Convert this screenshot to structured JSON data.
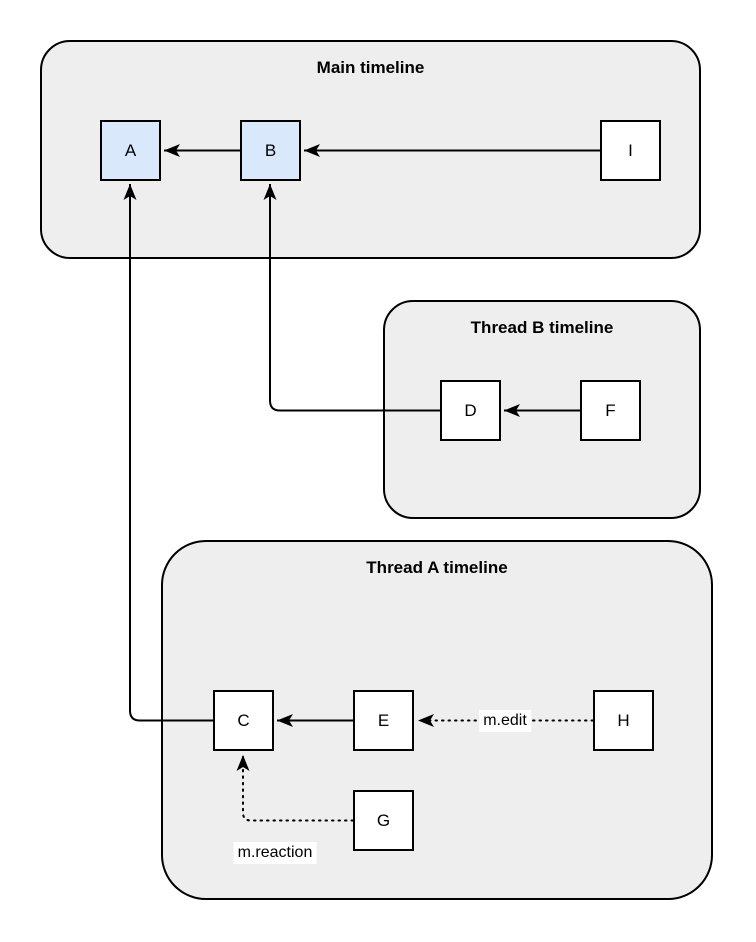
{
  "diagram": {
    "containers": {
      "main": {
        "title": "Main timeline"
      },
      "thread_b": {
        "title": "Thread B timeline"
      },
      "thread_a": {
        "title": "Thread A timeline"
      }
    },
    "nodes": {
      "a": {
        "label": "A"
      },
      "b": {
        "label": "B"
      },
      "i": {
        "label": "I"
      },
      "d": {
        "label": "D"
      },
      "f": {
        "label": "F"
      },
      "c": {
        "label": "C"
      },
      "e": {
        "label": "E"
      },
      "h": {
        "label": "H"
      },
      "g": {
        "label": "G"
      }
    },
    "edges": {
      "edit_label": "m.edit",
      "reaction_label": "m.reaction"
    },
    "colors": {
      "container_fill": "#eeeeee",
      "container_border": "#000000",
      "node_fill": "#ffffff",
      "node_fill_highlight": "#dae8fc",
      "node_border": "#000000",
      "line": "#000000",
      "background": "#ffffff"
    }
  }
}
